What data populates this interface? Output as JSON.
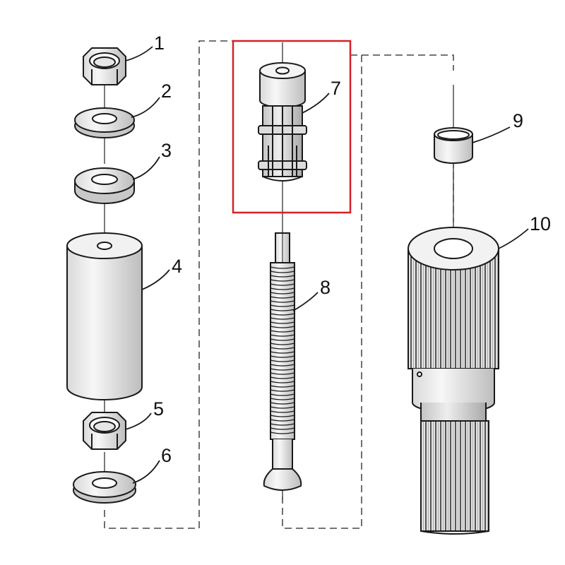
{
  "diagram": {
    "highlight_color": "#d4212a",
    "highlighted_part": "7",
    "callouts": [
      "1",
      "2",
      "3",
      "4",
      "5",
      "6",
      "7",
      "8",
      "9",
      "10"
    ],
    "parts": [
      {
        "number": "1",
        "icon": "hex-nut-icon"
      },
      {
        "number": "2",
        "icon": "flat-washer-icon"
      },
      {
        "number": "3",
        "icon": "thick-washer-icon"
      },
      {
        "number": "4",
        "icon": "cylinder-sleeve-icon"
      },
      {
        "number": "5",
        "icon": "hex-nut-icon"
      },
      {
        "number": "6",
        "icon": "flat-washer-icon"
      },
      {
        "number": "7",
        "icon": "collet-adapter-icon"
      },
      {
        "number": "8",
        "icon": "threaded-forcing-screw-icon"
      },
      {
        "number": "9",
        "icon": "bushing-icon"
      },
      {
        "number": "10",
        "icon": "splined-shaft-icon"
      }
    ]
  }
}
